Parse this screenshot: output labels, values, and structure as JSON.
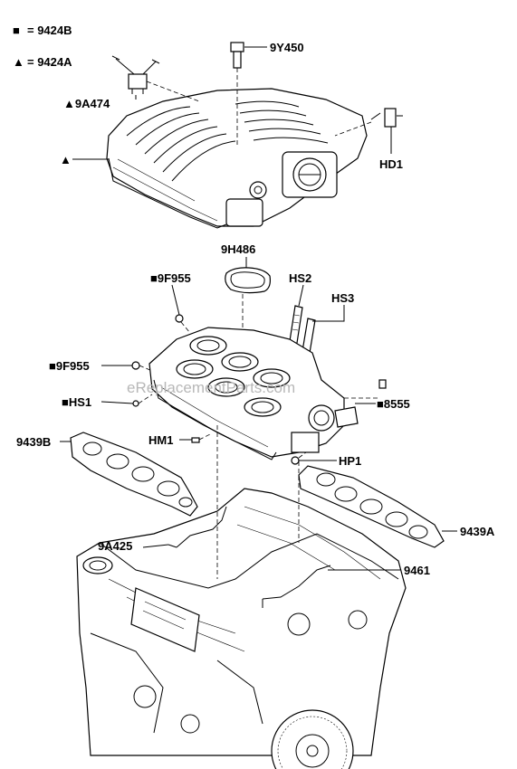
{
  "legend": {
    "square": {
      "symbol": "■",
      "text": "= 9424B"
    },
    "triangle": {
      "symbol": "▲",
      "text": "= 9424A"
    }
  },
  "labels": {
    "p9y450": "9Y450",
    "p9a474": "9A474",
    "triangle_callout": "▲",
    "hd1": "HD1",
    "p9h486": "9H486",
    "hs2": "HS2",
    "hs3": "HS3",
    "p9f955_top": "9F955",
    "p9f955_left": "9F955",
    "hs1": "HS1",
    "p8555": "8555",
    "p9439b": "9439B",
    "hm1": "HM1",
    "hp1": "HP1",
    "p9439a": "9439A",
    "p9a425": "9A425",
    "p9461": "9461"
  },
  "watermark": "eReplacementParts.com"
}
